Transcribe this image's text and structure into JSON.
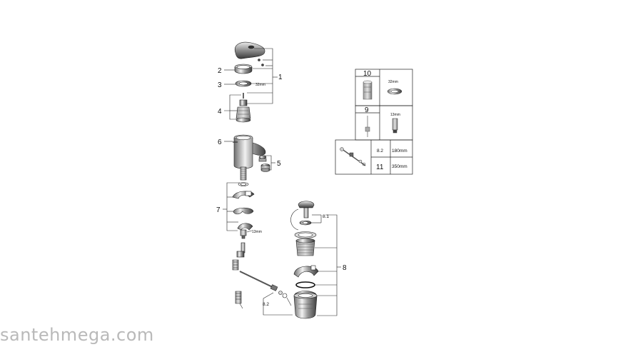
{
  "callouts": {
    "c1": "1",
    "c2": "2",
    "c3": "3",
    "c4": "4",
    "c5": "5",
    "c6": "6",
    "c7": "7",
    "c8": "8",
    "c81": "8.1",
    "c82": "8.2"
  },
  "dims": {
    "ring_32": "32mm",
    "hex_13": "13mm"
  },
  "table": {
    "r1_num": "10",
    "r1_dim": "32mm",
    "r2_num": "9",
    "r2_dim": "13mm",
    "r3a_num": "8.2",
    "r3a_dim": "180mm",
    "r3b_num": "11",
    "r3b_dim": "350mm"
  },
  "watermark": "santehmega.com"
}
